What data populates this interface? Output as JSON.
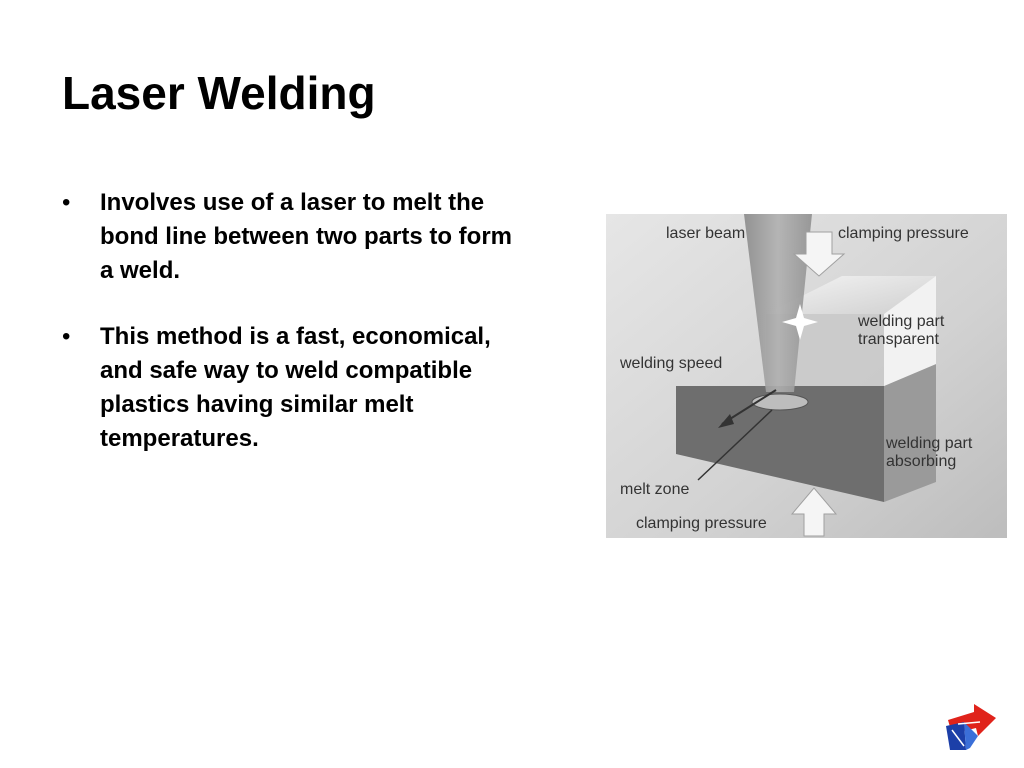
{
  "slide": {
    "title": "Laser Welding",
    "bullets": [
      "Involves use of a laser to melt the bond line between two parts to form a weld.",
      "This method is a fast, economical, and safe way to weld compatible plastics having similar melt temperatures."
    ],
    "bullet_symbol": "•"
  },
  "figure": {
    "labels": {
      "laser_beam": "laser beam",
      "clamping_pressure_top": "clamping pressure",
      "welding_part_transparent_1": "welding part",
      "welding_part_transparent_2": "transparent",
      "welding_speed": "welding speed",
      "welding_part_absorbing_1": "welding part",
      "welding_part_absorbing_2": "absorbing",
      "melt_zone": "melt zone",
      "clamping_pressure_bottom": "clamping pressure"
    }
  },
  "colors": {
    "logo_red": "#e0231b",
    "logo_blue": "#1c3fa8"
  },
  "icons": {
    "logo": "arrow-logo-icon"
  }
}
